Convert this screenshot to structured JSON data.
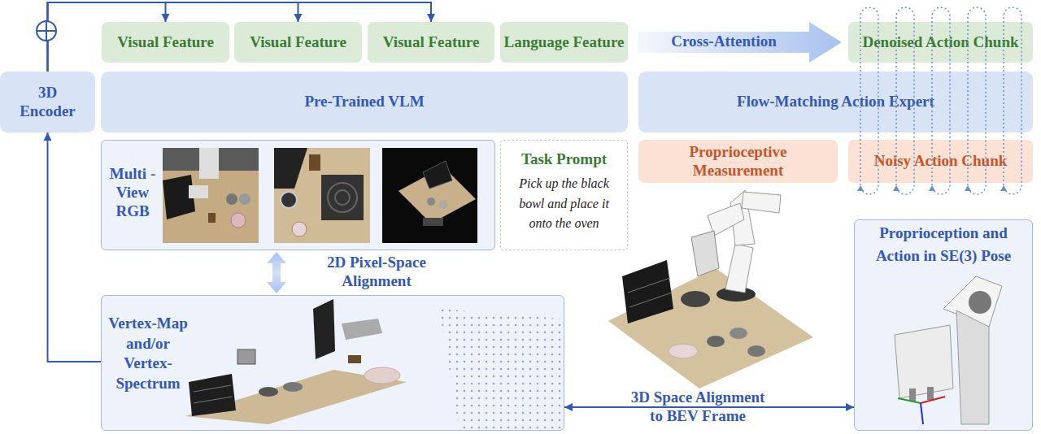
{
  "diagram": {
    "nodes": [
      {
        "text": [
          "Visual Feature"
        ]
      },
      {
        "text": [
          "Visual Feature"
        ]
      },
      {
        "text": [
          "Visual Feature"
        ]
      },
      {
        "text": [
          "Language Feature"
        ]
      },
      {
        "text": [
          "Denoised Action Chunk"
        ]
      },
      {
        "text": [
          "3D Encoder"
        ]
      },
      {
        "text": [
          "Pre-Trained VLM"
        ]
      },
      {
        "text": [
          "Flow-Matching Action Expert"
        ]
      },
      {
        "text": [
          "Multi -View RGB"
        ]
      },
      {
        "text": [
          "Task Prompt",
          "Pick up the black bowl and place it onto the oven"
        ]
      },
      {
        "text": [
          "Proprioceptive Measurement"
        ]
      },
      {
        "text": [
          "Noisy Action Chunk"
        ]
      },
      {
        "text": [
          "Vertex-Map and/or Vertex-Spectrum"
        ]
      },
      {
        "text": [
          "Proprioception and Action in SE(3) Pose"
        ]
      }
    ],
    "edges": [
      {
        "from": 5,
        "to": 0,
        "arrow": "to"
      },
      {
        "from": 5,
        "to": 1,
        "arrow": "to"
      },
      {
        "from": 5,
        "to": 2,
        "arrow": "to"
      },
      {
        "from": 12,
        "to": 5,
        "arrow": "to"
      },
      {
        "from": 8,
        "to": 12,
        "label": "2D Pixel-Space Alignment",
        "arrow": "both"
      },
      {
        "from": 12,
        "to": 13,
        "label": "3D Space Alignment to BEV Frame",
        "arrow": "both"
      },
      {
        "from": 3,
        "to": 4,
        "label": "Cross-Attention",
        "arrow": "to"
      },
      {
        "from": 4,
        "to": 11,
        "arrow": "to"
      }
    ]
  }
}
